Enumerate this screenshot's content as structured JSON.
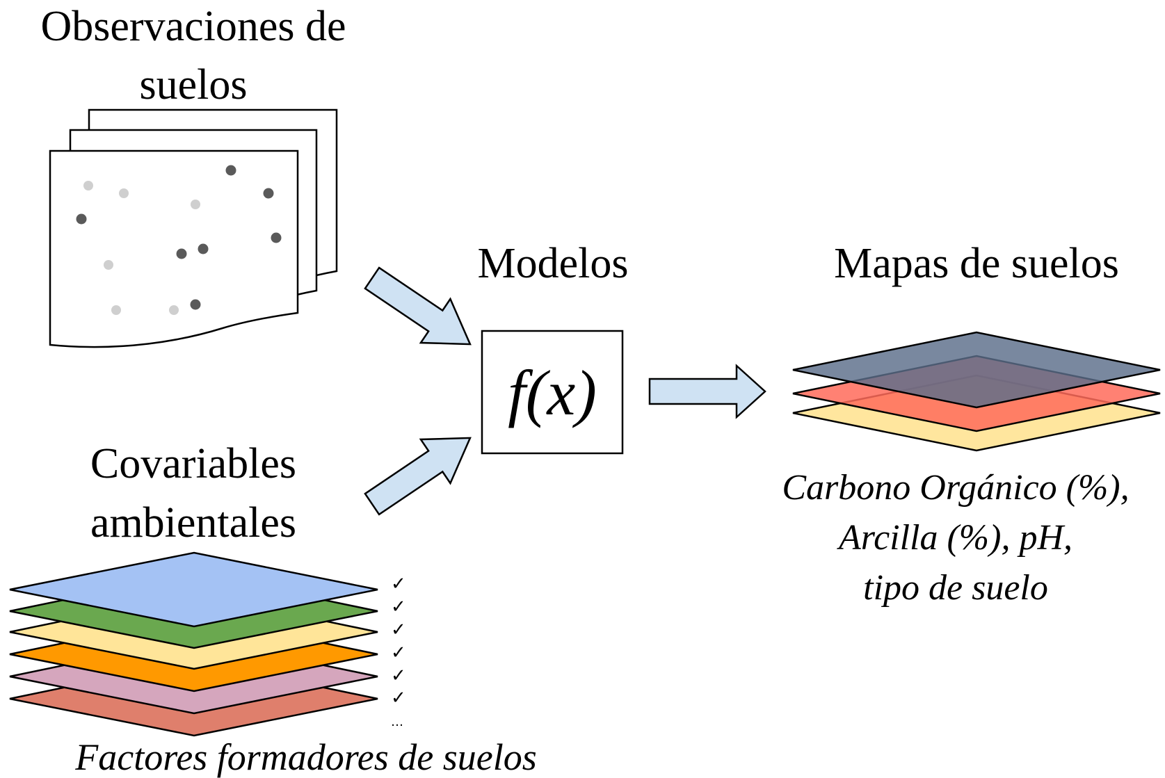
{
  "observations": {
    "title_line1": "Observaciones de",
    "title_line2": "suelos",
    "light_point_color": "#cfcfcf",
    "dark_point_color": "#5a5a5a"
  },
  "models": {
    "title": "Modelos",
    "function_label": "f(x)"
  },
  "covariates": {
    "title_line1": "Covariables",
    "title_line2": "ambientales",
    "caption": "Factores formadores de suelos",
    "check_mark": "✓",
    "more_mark": "…",
    "layer_colors": [
      "#df7f6c",
      "#d5a6bd",
      "#ff9900",
      "#ffe599",
      "#6aa84f",
      "#a4c2f4"
    ]
  },
  "maps": {
    "title": "Mapas de suelos",
    "caption_line1": "Carbono Orgánico (%),",
    "caption_line2": "Arcilla (%), pH,",
    "caption_line3": "tipo de suelo",
    "layer_colors": [
      "#ffe599",
      "#ff6b5a",
      "#5b6e8a"
    ]
  },
  "arrow_fill": "#cfe2f3"
}
